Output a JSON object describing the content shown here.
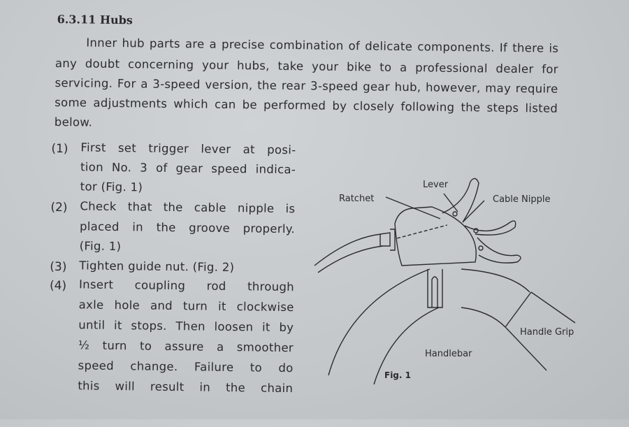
{
  "heading": "6.3.11 Hubs",
  "intro_lines": [
    "Inner hub parts are a precise combination of delicate components. If there is",
    "any doubt concerning your hubs, take your bike to a professional dealer for",
    "servicing. For a 3-speed version, the rear 3-speed gear hub, however, may require",
    "some adjustments which can be performed by closely following the steps listed",
    "below."
  ],
  "steps": [
    {
      "num": "(1)",
      "lines": [
        "First set trigger lever at posi-",
        "tion No. 3 of gear speed indica-",
        "tor (Fig. 1)"
      ]
    },
    {
      "num": "(2)",
      "lines": [
        "Check that the cable nipple is",
        "placed in the groove properly.",
        "(Fig. 1)"
      ]
    },
    {
      "num": "(3)",
      "lines": [
        "Tighten guide nut. (Fig. 2)"
      ]
    },
    {
      "num": "(4)",
      "lines": [
        "Insert coupling rod through",
        "axle hole and turn it clockwise",
        "until it stops. Then loosen it by",
        "½ turn to assure a smoother",
        "speed change. Failure to do",
        "this will result in the chain"
      ]
    }
  ],
  "figure": {
    "caption": "Fig. 1",
    "labels": {
      "lever": "Lever",
      "ratchet": "Ratchet",
      "cable_nipple": "Cable Nipple",
      "handle_grip": "Handle Grip",
      "handlebar": "Handlebar"
    }
  }
}
